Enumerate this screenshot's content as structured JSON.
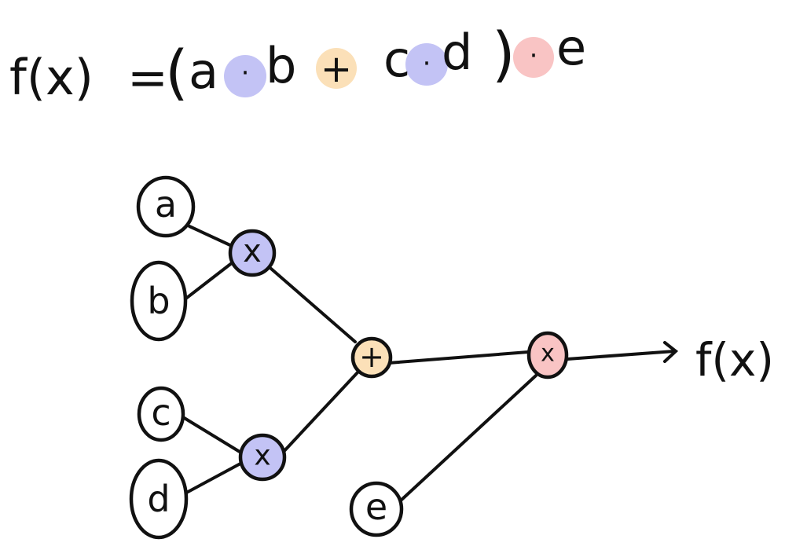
{
  "formula": {
    "lhs": "f(x)",
    "equals": "=",
    "open_paren": "(",
    "a": "a",
    "dot1": "·",
    "b": "b",
    "plus": "+",
    "c": "c",
    "dot2": "·",
    "d": "d",
    "close_paren": ")",
    "dot3": "·",
    "e": "e"
  },
  "colors": {
    "multiply_ab_cd": "#c3c3f5",
    "add": "#fbe0b8",
    "multiply_e": "#f9c4c4",
    "ink": "#111111"
  },
  "graph": {
    "inputs": {
      "a": "a",
      "b": "b",
      "c": "c",
      "d": "d",
      "e": "e"
    },
    "ops": {
      "mul_ab": "x",
      "mul_cd": "x",
      "add": "+",
      "mul_e": "x"
    },
    "output": "f(x)"
  }
}
